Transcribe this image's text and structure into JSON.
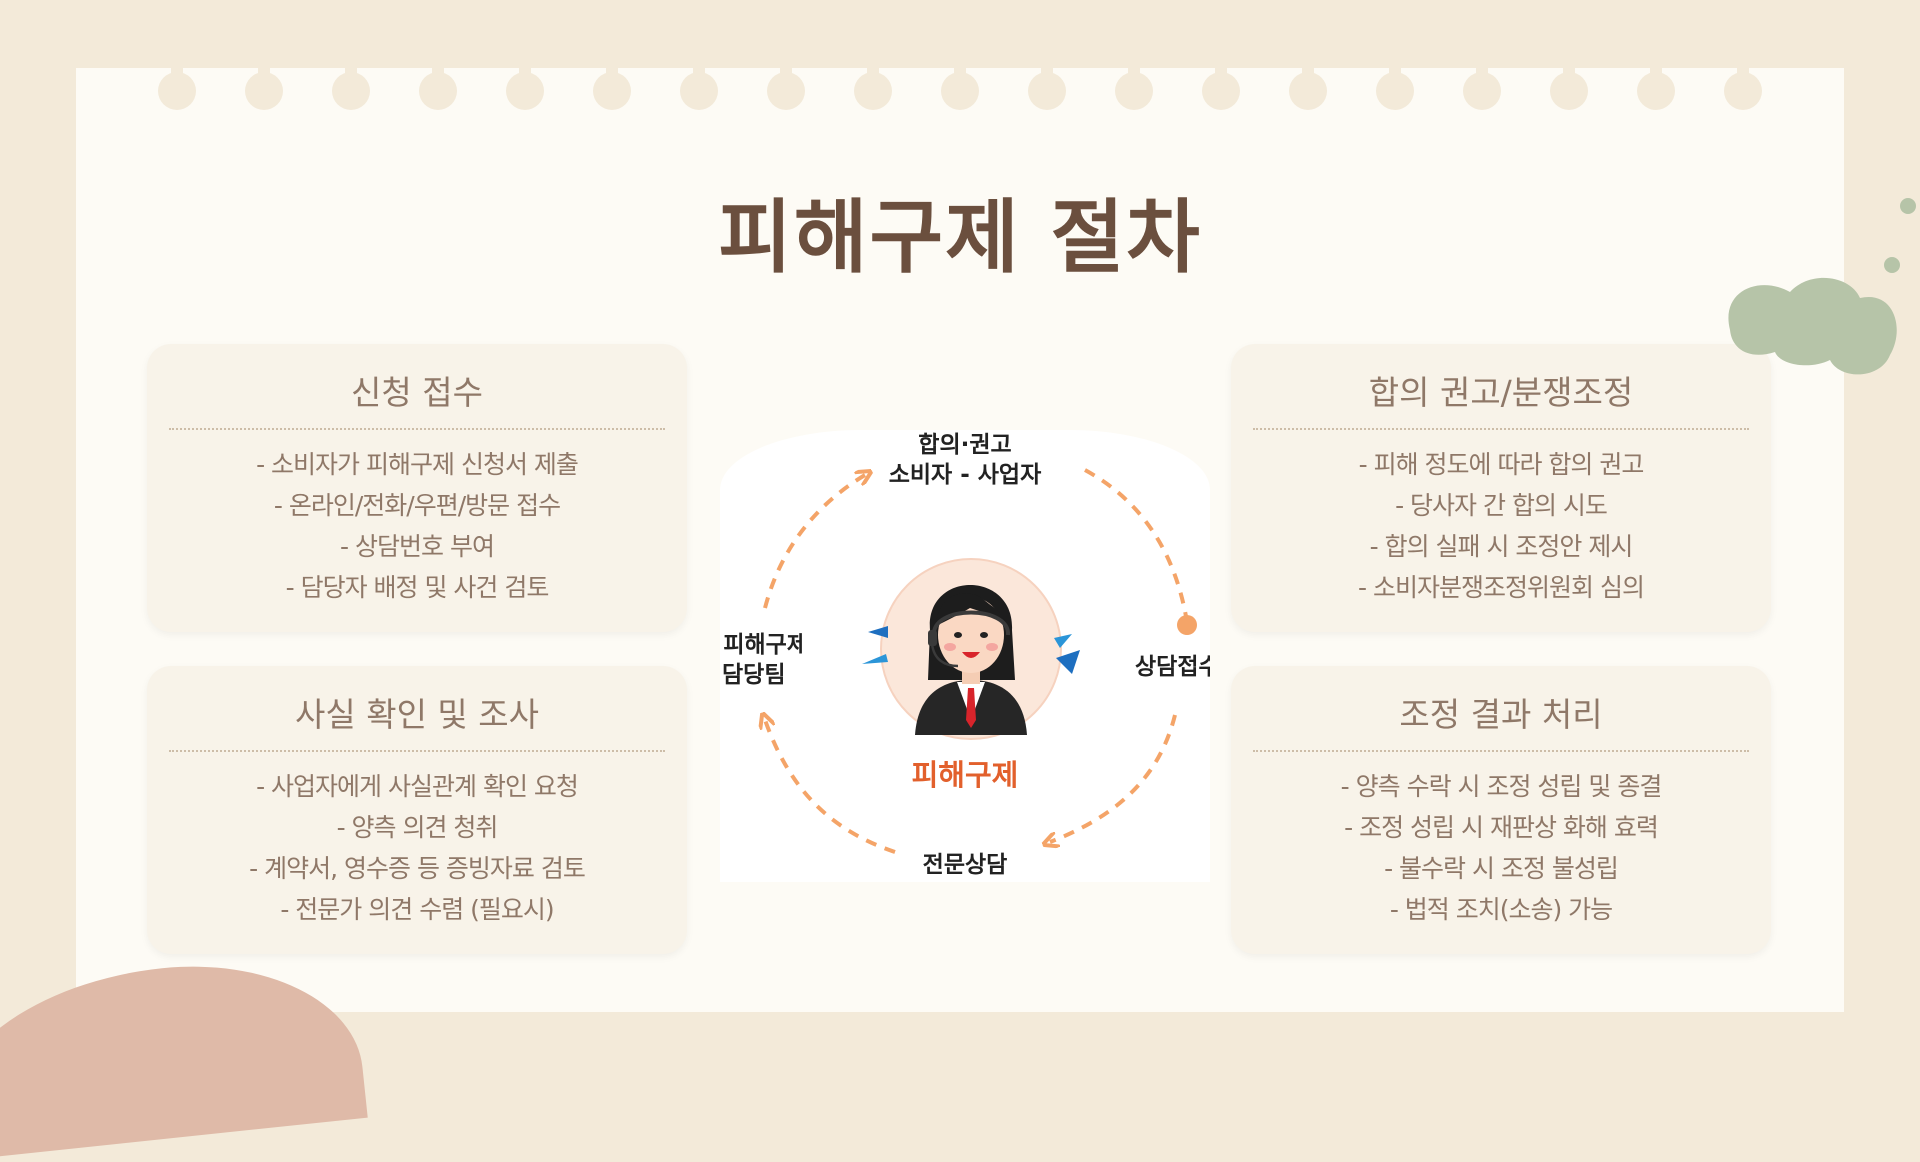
{
  "title": "피해구제 절차",
  "cards": [
    {
      "title": "신청 접수",
      "items": [
        "- 소비자가 피해구제 신청서 제출",
        "- 온라인/전화/우편/방문 접수",
        "- 상담번호 부여",
        "- 담당자 배정 및 사건 검토"
      ]
    },
    {
      "title": "사실 확인 및 조사",
      "items": [
        "- 사업자에게 사실관계 확인 요청",
        "- 양측 의견 청취",
        "- 계약서, 영수증 등 증빙자료 검토",
        "- 전문가 의견 수렴 (필요시)"
      ]
    },
    {
      "title": "합의 권고/분쟁조정",
      "items": [
        "- 피해 정도에 따라 합의 권고",
        "- 당사자 간 합의 시도",
        "- 합의 실패 시 조정안 제시",
        "- 소비자분쟁조정위원회 심의"
      ]
    },
    {
      "title": "조정 결과 처리",
      "items": [
        "- 양측 수락 시 조정 성립 및 종결",
        "- 조정 성립 시 재판상 화해 효력",
        "- 불수락 시 조정 불성립",
        "- 법적 조치(소송) 가능"
      ]
    }
  ],
  "diagram": {
    "top_label_line1": "합의·권고",
    "top_label_line2": "소비자 - 사업자",
    "right_label": "상담접수",
    "bottom_label": "전문상담",
    "left_label_line1": "피해구제",
    "left_label_line2": "담당팀",
    "center_label": "피해구제",
    "icons": [
      "counselor-avatar-icon",
      "arrow-icon"
    ],
    "colors": {
      "arrow": "#f4a468",
      "accent": "#e2602c",
      "blue": "#1e6fc0"
    }
  },
  "colors": {
    "background": "#f3ead9",
    "paper": "#fdfbf5",
    "card": "#f8f3e9",
    "title": "#6b4f3e",
    "text": "#8f7868",
    "blob_green": "#b6c4a8",
    "blob_pink": "#dfbaa8"
  }
}
